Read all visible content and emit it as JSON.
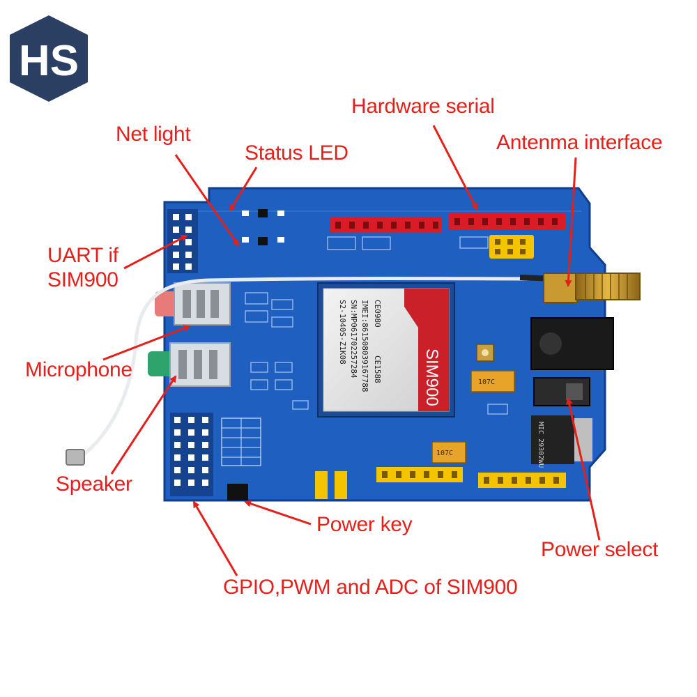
{
  "brand": {
    "logo_text": "HS"
  },
  "board": {
    "module_name": "SIM900",
    "module_model": "S2-1040S-Z1K08",
    "module_sn": "SN:MP061702257284",
    "module_imei": "IMEI:861508039167788",
    "cert_1": "CE0980",
    "cert_2": "CE1588",
    "cap_1": "107C",
    "cap_2": "107C",
    "regulator": "MIC 29302WU"
  },
  "callouts": {
    "net_light": "Net light",
    "status_led": "Status LED",
    "hardware_serial": "Hardware serial",
    "antenna_interface": "Antenma interface",
    "uart": "UART if\nSIM900",
    "microphone": "Microphone",
    "speaker": "Speaker",
    "power_key": "Power key",
    "power_select": "Power select",
    "gpio_pwm_adc": "GPIO,PWM and ADC of SIM900"
  },
  "colors": {
    "label_red": "#e4201b",
    "pcb_blue": "#1f5fbf",
    "header_red": "#d91c25",
    "header_yellow": "#f5c400",
    "jack_pink": "#e87a7a",
    "jack_green": "#2ea36b"
  }
}
